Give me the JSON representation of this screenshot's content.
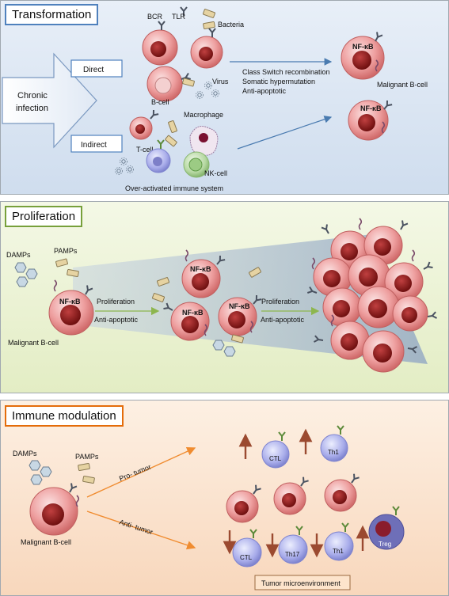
{
  "panels": {
    "transformation": {
      "title": "Transformation",
      "chronic": [
        "Chronic",
        "infection"
      ],
      "direct": "Direct",
      "indirect": "Indirect",
      "bcr": "BCR",
      "tlr": "TLR",
      "bacteria": "Bacteria",
      "virus": "Virus",
      "bcell": "B-cell",
      "tcell": "T-cell",
      "macrophage": "Macrophage",
      "nkcell": "NK-cell",
      "overactivated": "Over-activated immune system",
      "effects": [
        "Class Switch recombination",
        "Somatic hypermutation",
        "Anti-apoptotic"
      ],
      "nfkb": "NF-κB",
      "malignant": "Malignant B-cell"
    },
    "proliferation": {
      "title": "Proliferation",
      "damps": "DAMPs",
      "pamps": "PAMPs",
      "nfkb": "NF-κB",
      "malignant": "Malignant B-cell",
      "prolif1": "Proliferation",
      "anti1": "Anti-apoptotic",
      "prolif2": "Proliferation",
      "anti2": "Anti-apoptotic"
    },
    "immune": {
      "title": "Immune modulation",
      "damps": "DAMPs",
      "pamps": "PAMPs",
      "malignant": "Malignant B-cell",
      "protumor": "Pro- tumor",
      "antitumor": "Anti- tumor",
      "ctl": "CTL",
      "th1": "Th1",
      "th17": "Th17",
      "treg": "Treg",
      "microenv": "Tumor microenvironment"
    }
  },
  "colors": {
    "panel1_bg": "#dce7f3",
    "panel2_bg": "#ebf3d5",
    "panel3_bg": "#fbe3cf",
    "panel1_border": "#4f81bd",
    "panel2_border": "#77a03a",
    "panel3_border": "#e46c0a",
    "cell_red": "#d88080",
    "nucleus": "#8c1c1c",
    "lymph_blue": "#9a9ee0",
    "arrow_orange": "#f08c30",
    "arrow_brown": "#9b4a30"
  }
}
